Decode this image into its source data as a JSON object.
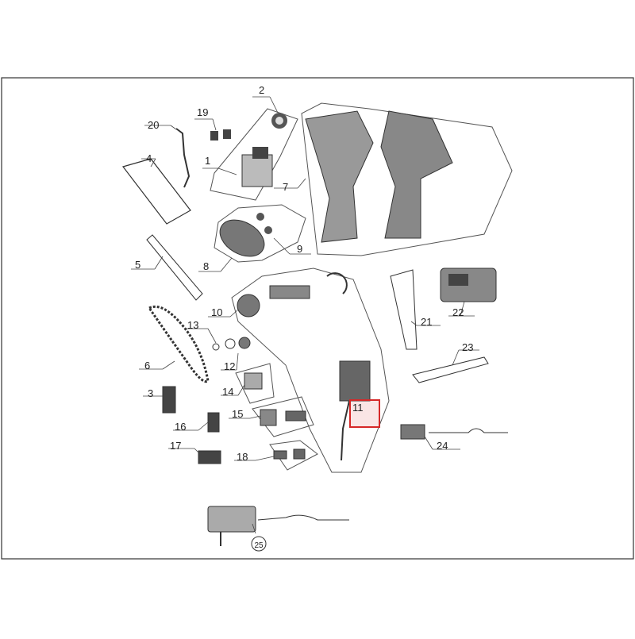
{
  "diagram": {
    "callouts": [
      "2",
      "19",
      "20",
      "1",
      "4",
      "7",
      "8",
      "9",
      "5",
      "10",
      "21",
      "22",
      "13",
      "6",
      "12",
      "23",
      "3",
      "14",
      "15",
      "11",
      "16",
      "24",
      "17",
      "18",
      "25"
    ],
    "highlight_color": "#d62828",
    "highlighted_part": "11"
  }
}
